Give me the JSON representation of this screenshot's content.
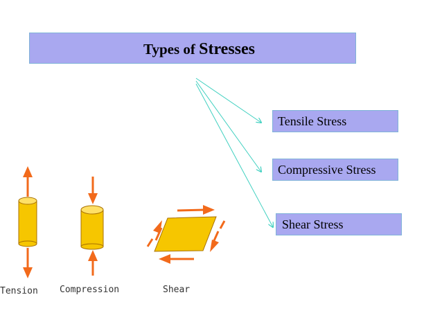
{
  "title": {
    "part1": "Types of ",
    "part2": "Stresses"
  },
  "stress_types": [
    {
      "label": "Tensile Stress"
    },
    {
      "label": "Compressive Stress"
    },
    {
      "label": "Shear Stress"
    }
  ],
  "figure_labels": {
    "tension": "Tension",
    "compression": "Compression",
    "shear": "Shear"
  },
  "colors": {
    "box_fill": "#a9a8f0",
    "connector": "#3fd0c0",
    "cylinder": "#f6c600",
    "arrow": "#f26a1b"
  }
}
